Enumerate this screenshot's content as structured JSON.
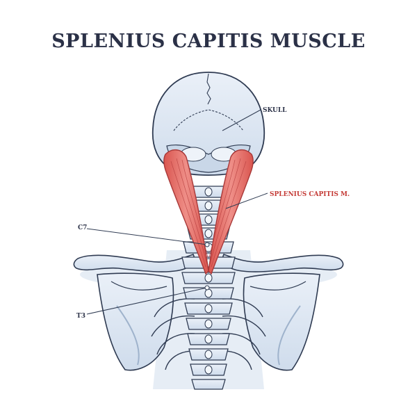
{
  "title": "SPLENIUS CAPITIS MUSCLE",
  "labels": {
    "skull": "SKULL",
    "splenius": "SPLENIUS CAPITIS M.",
    "c7": "C7",
    "t3": "T3"
  },
  "colors": {
    "title": "#2b3147",
    "bone_fill": "#dfe8f3",
    "bone_shade": "#b9cadf",
    "outline": "#2f3b52",
    "muscle_fill": "#e4736f",
    "muscle_line": "#b63d3d",
    "label_dark": "#2b3147",
    "label_red": "#c43a35"
  }
}
